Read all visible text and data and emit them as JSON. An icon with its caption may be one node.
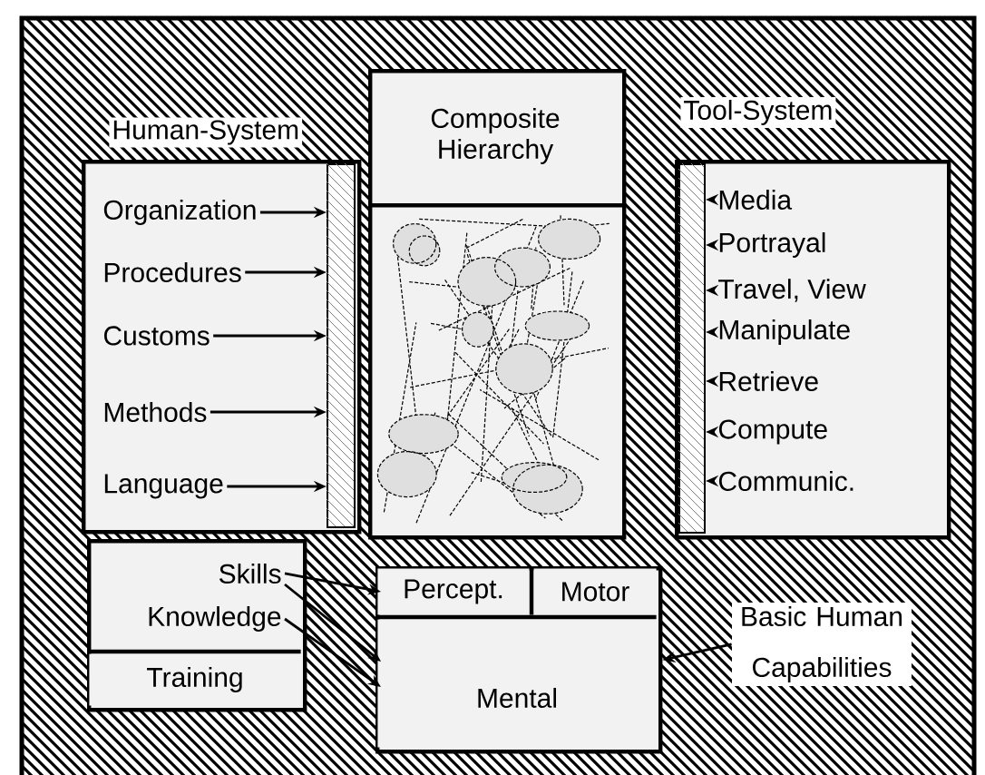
{
  "diagram": {
    "nodes": [
      {
        "text": [
          "Human-System"
        ]
      },
      {
        "text": [],
        "shape": "bar",
        "in": 0
      },
      {
        "text": [
          "Organization"
        ],
        "in": 0
      },
      {
        "text": [
          "Procedures"
        ],
        "in": 0
      },
      {
        "text": [
          "Customs"
        ],
        "in": 0
      },
      {
        "text": [
          "Methods"
        ],
        "in": 0
      },
      {
        "text": [
          "Language"
        ],
        "in": 0
      },
      {
        "text": [
          "Composite Hierarchy"
        ]
      },
      {
        "text": [],
        "shape": "picture"
      },
      {
        "text": [
          "Tool-System"
        ]
      },
      {
        "text": [],
        "shape": "bar",
        "in": 9
      },
      {
        "text": [
          "Media"
        ],
        "in": 9
      },
      {
        "text": [
          "Portrayal"
        ],
        "in": 9
      },
      {
        "text": [
          "Travel, View"
        ],
        "in": 9
      },
      {
        "text": [
          "Manipulate"
        ],
        "in": 9
      },
      {
        "text": [
          "Retrieve"
        ],
        "in": 9
      },
      {
        "text": [
          "Compute"
        ],
        "in": 9
      },
      {
        "text": [
          "Communic."
        ],
        "in": 9
      },
      {
        "text": [],
        "shape": "box"
      },
      {
        "text": [
          "Skills"
        ],
        "in": 18
      },
      {
        "text": [
          "Knowledge"
        ],
        "in": 18
      },
      {
        "text": [
          "Training"
        ],
        "in": 18
      },
      {
        "text": [],
        "shape": "box"
      },
      {
        "text": [
          "Percept."
        ],
        "in": 22
      },
      {
        "text": [
          "Motor"
        ],
        "in": 22
      },
      {
        "text": [
          "Mental"
        ],
        "in": 22
      },
      {
        "text": [
          "Basic Human Capabilities"
        ]
      }
    ],
    "edges": [
      {
        "from": 2,
        "to": 1,
        "arrow": "to"
      },
      {
        "from": 3,
        "to": 1,
        "arrow": "to"
      },
      {
        "from": 4,
        "to": 1,
        "arrow": "to"
      },
      {
        "from": 5,
        "to": 1,
        "arrow": "to"
      },
      {
        "from": 6,
        "to": 1,
        "arrow": "to"
      },
      {
        "from": 11,
        "to": 10,
        "arrow": "to"
      },
      {
        "from": 12,
        "to": 10,
        "arrow": "to"
      },
      {
        "from": 13,
        "to": 10,
        "arrow": "to"
      },
      {
        "from": 14,
        "to": 10,
        "arrow": "to"
      },
      {
        "from": 15,
        "to": 10,
        "arrow": "to"
      },
      {
        "from": 16,
        "to": 10,
        "arrow": "to"
      },
      {
        "from": 17,
        "to": 10,
        "arrow": "to"
      },
      {
        "from": 19,
        "to": 23,
        "arrow": "to"
      },
      {
        "from": 19,
        "to": 25,
        "arrow": "to"
      },
      {
        "from": 20,
        "to": 25,
        "arrow": "to"
      },
      {
        "from": 26,
        "to": 22,
        "arrow": "to"
      }
    ]
  }
}
